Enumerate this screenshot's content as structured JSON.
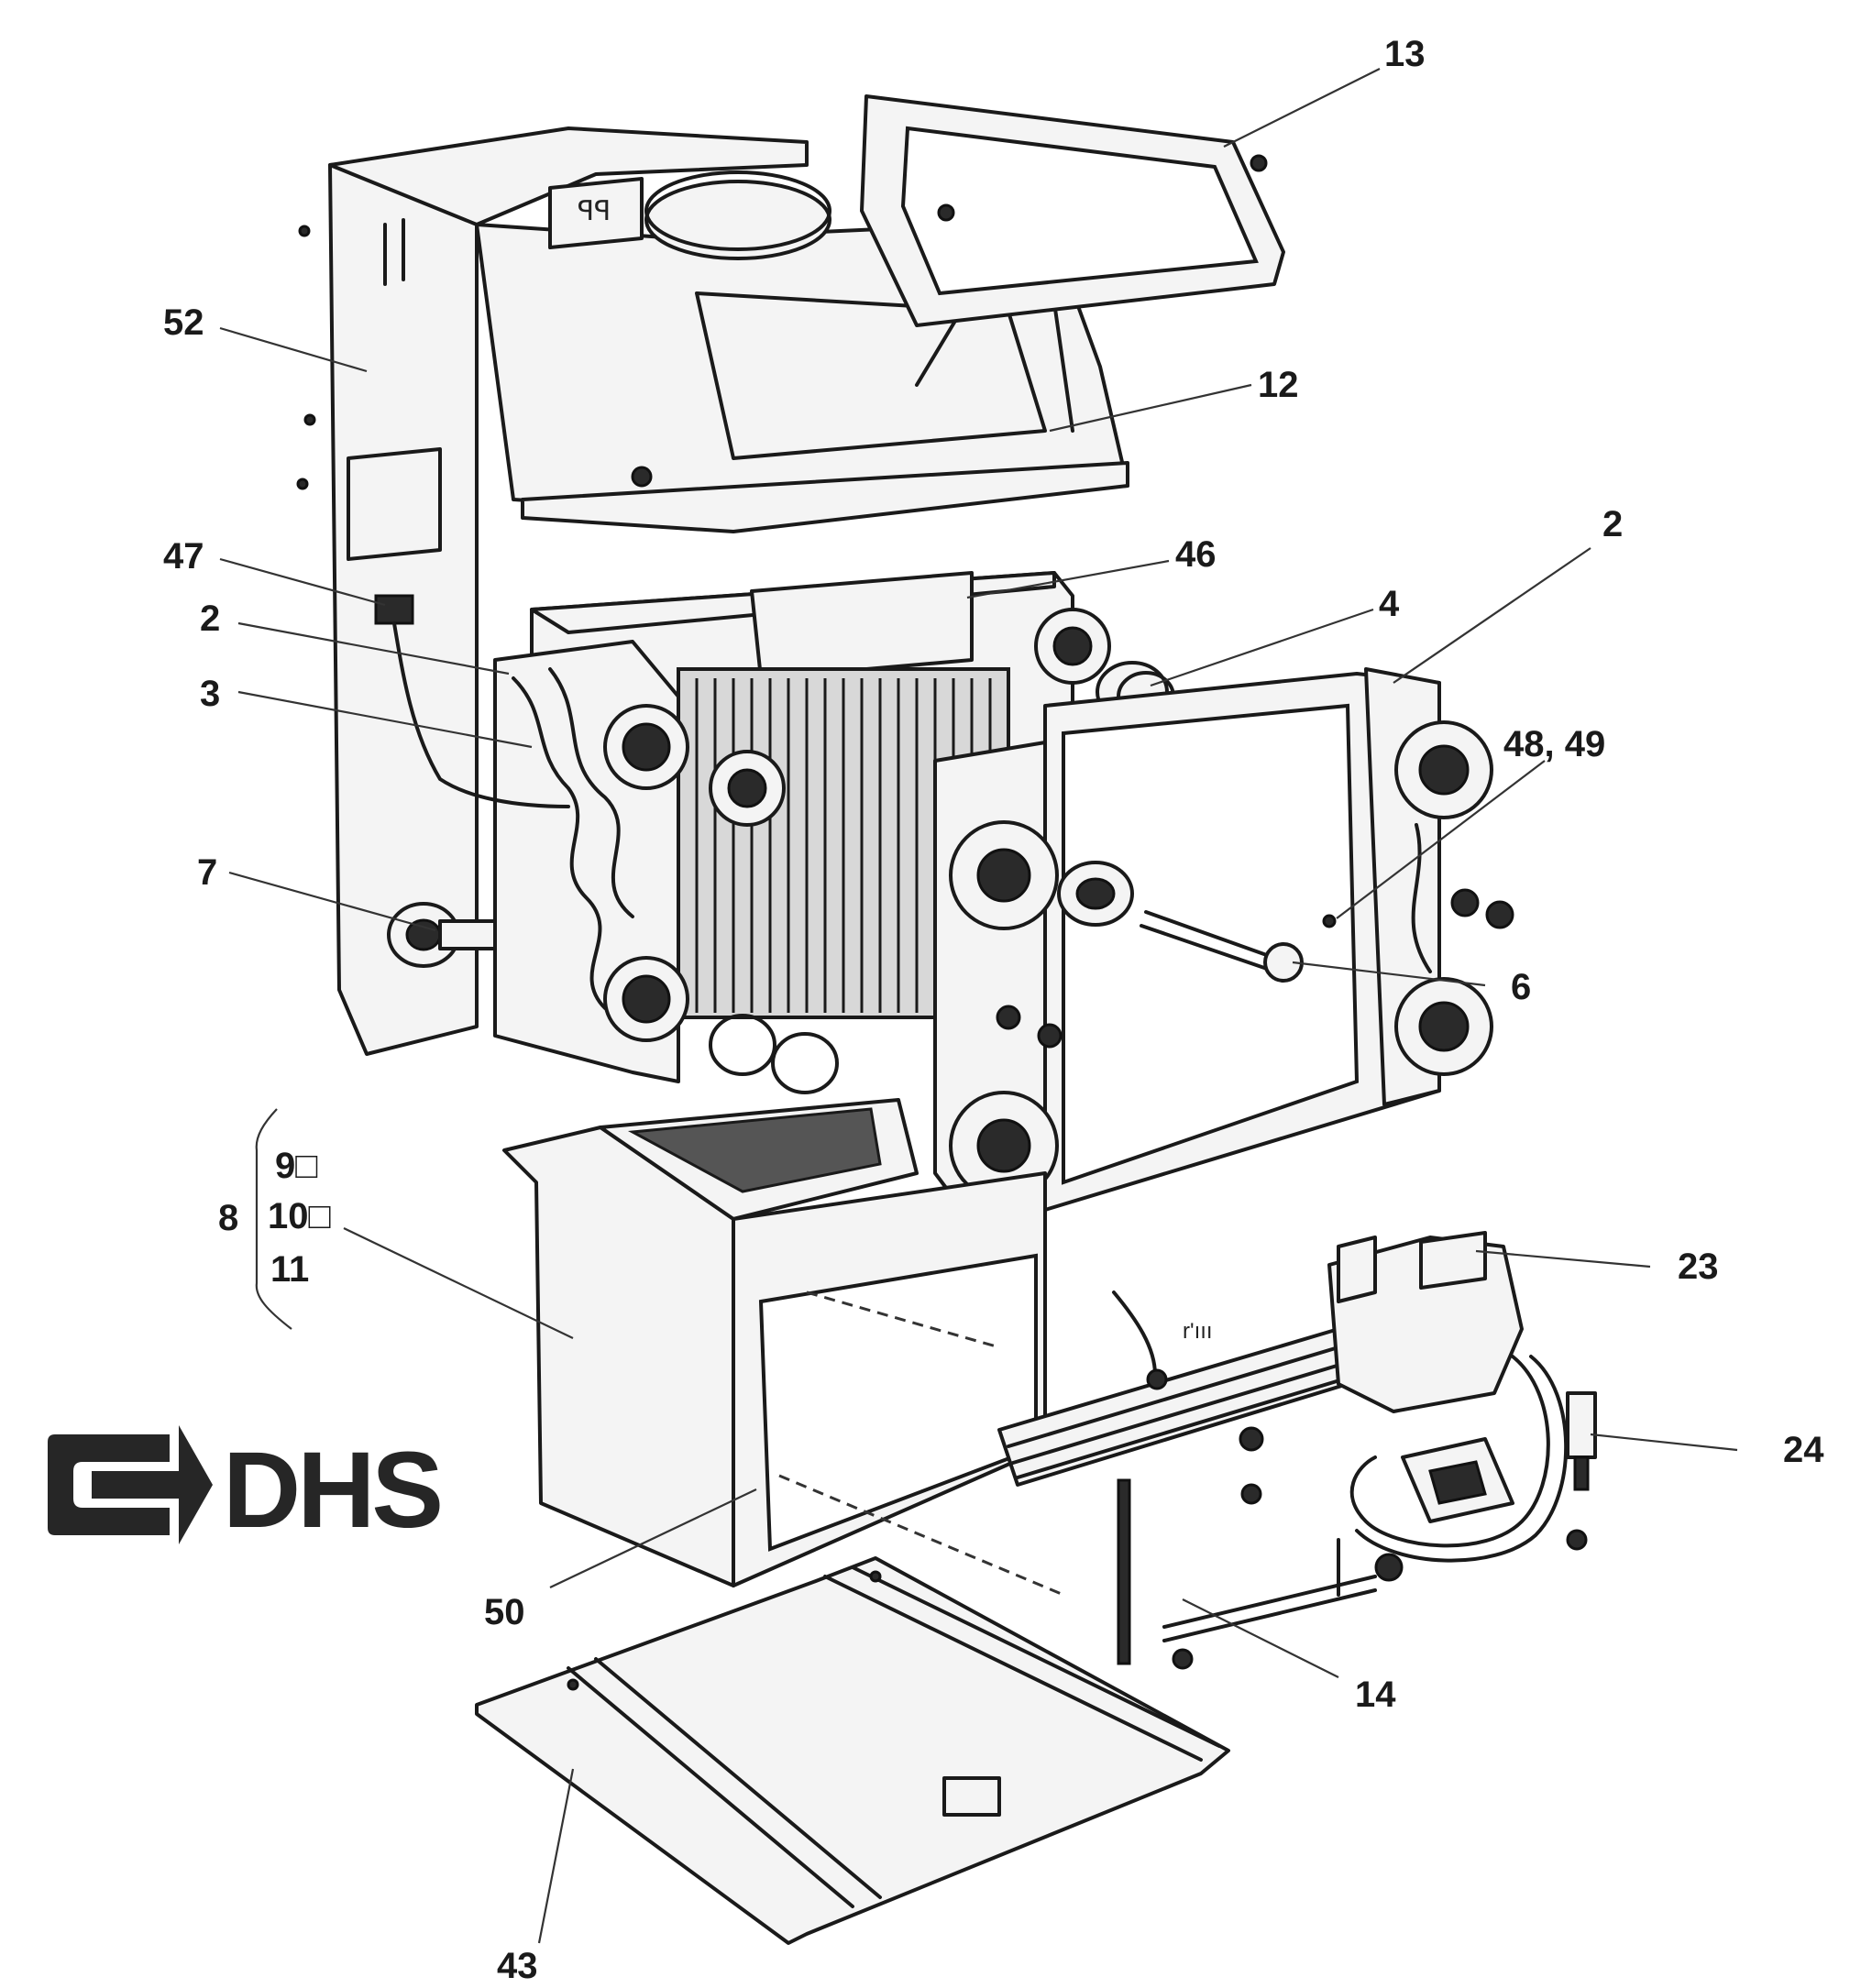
{
  "logo": {
    "text": "DHS",
    "icon": "arrow-logo-icon"
  },
  "callouts": {
    "c2_left": "2",
    "c2_right": "2",
    "c3": "3",
    "c4": "4",
    "c6": "6",
    "c7": "7",
    "c8": "8",
    "c9": "9□",
    "c10": "10□",
    "c11": "11",
    "c12": "12",
    "c13": "13",
    "c14": "14",
    "c23": "23",
    "c24": "24",
    "c43": "43",
    "c46": "46",
    "c47": "47",
    "c48_49": "48, 49",
    "c50": "50",
    "c52": "52"
  },
  "colors": {
    "line": "#1a1a1a",
    "paper": "#ffffff",
    "logo": "#262626"
  }
}
